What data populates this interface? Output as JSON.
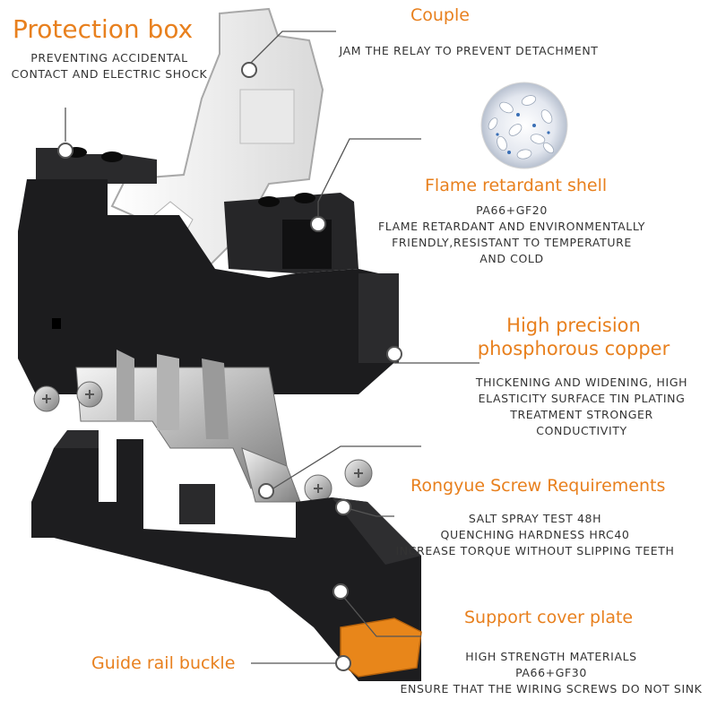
{
  "colors": {
    "accent": "#e8801e",
    "text": "#333333",
    "plastic": "#1c1c1e",
    "metal": "#c9c9c9",
    "cover": "#f0f0f0",
    "buckle": "#e8861a"
  },
  "callouts": {
    "protection_box": {
      "title": "Protection box",
      "lines": [
        "PREVENTING ACCIDENTAL",
        "CONTACT AND ELECTRIC SHOCK"
      ]
    },
    "couple": {
      "title": "Couple",
      "lines": [
        "JAM THE RELAY TO PREVENT DETACHMENT"
      ]
    },
    "flame_shell": {
      "title": "Flame retardant shell",
      "lines": [
        "PA66+GF20",
        "FLAME RETARDANT AND ENVIRONMENTALLY",
        "FRIENDLY,RESISTANT TO TEMPERATURE",
        "AND COLD"
      ]
    },
    "copper": {
      "title_lines": [
        "High precision",
        "phosphorous copper"
      ],
      "lines": [
        "THICKENING AND WIDENING, HIGH",
        "ELASTICITY SURFACE TIN PLATING",
        "TREATMENT STRONGER",
        "CONDUCTIVITY"
      ]
    },
    "screw": {
      "title": "Rongyue Screw Requirements",
      "lines": [
        "SALT SPRAY TEST 48H",
        "QUENCHING HARDNESS HRC40",
        "INCREASE TORQUE WITHOUT SLIPPING TEETH"
      ]
    },
    "cover_plate": {
      "title": "Support cover plate",
      "lines": [
        "HIGH STRENGTH MATERIALS",
        "PA66+GF30",
        "ENSURE THAT THE WIRING SCREWS DO NOT SINK"
      ]
    },
    "rail_buckle": {
      "title": "Guide rail buckle"
    }
  }
}
